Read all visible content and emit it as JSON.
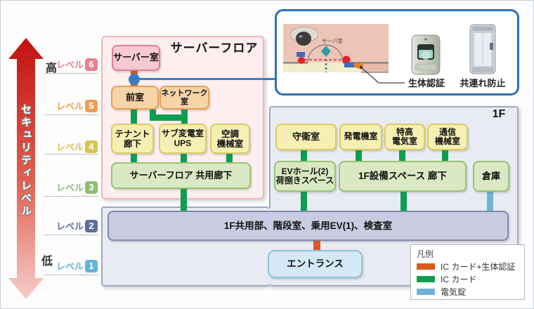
{
  "security_axis": {
    "label": "セキュリティレベル",
    "high": "高",
    "low": "低"
  },
  "levels": [
    {
      "label": "レベル",
      "num": "6",
      "color": "#e8828f"
    },
    {
      "label": "レベル",
      "num": "5",
      "color": "#eda052"
    },
    {
      "label": "レベル",
      "num": "4",
      "color": "#d9c44f"
    },
    {
      "label": "レベル",
      "num": "3",
      "color": "#8fbd73"
    },
    {
      "label": "レベル",
      "num": "2",
      "color": "#5f6d9e"
    },
    {
      "label": "レベル",
      "num": "1",
      "color": "#68b1dd"
    }
  ],
  "server_floor": {
    "title": "サーバーフロア",
    "server_room": "サーバー室",
    "front_room": "前室",
    "network_room": "ネットワーク室",
    "tenant_corridor": "テナント\n廊下",
    "sub_substation": "サブ変電室\nUPS",
    "hvac_room": "空調\n機械室",
    "shared_corridor": "サーバーフロア 共用廊下"
  },
  "floor1": {
    "title": "1F",
    "guard_room": "守衛室",
    "generator_room": "発電機室",
    "high_voltage_room": "特高\n電気室",
    "telecom_room": "通信\n機械室",
    "ev_hall": "EVホール(2)\n荷捌きスペース",
    "equipment_corridor": "1F設備スペース 廊下",
    "warehouse": "倉庫",
    "common_area": "1F共用部、階段室、乗用EV(1)、検査室",
    "entrance": "エントランス"
  },
  "callout": {
    "plan_room_label": "サーバ室",
    "biometric_label": "生体認証",
    "tailgate_label": "共連れ防止"
  },
  "legend": {
    "title": "凡例",
    "items": [
      {
        "label": "IC カード+生体認証",
        "color": "#d95b20"
      },
      {
        "label": "IC カード",
        "color": "#0f9d4f"
      },
      {
        "label": "電気錠",
        "color": "#6fb3d9"
      }
    ]
  }
}
